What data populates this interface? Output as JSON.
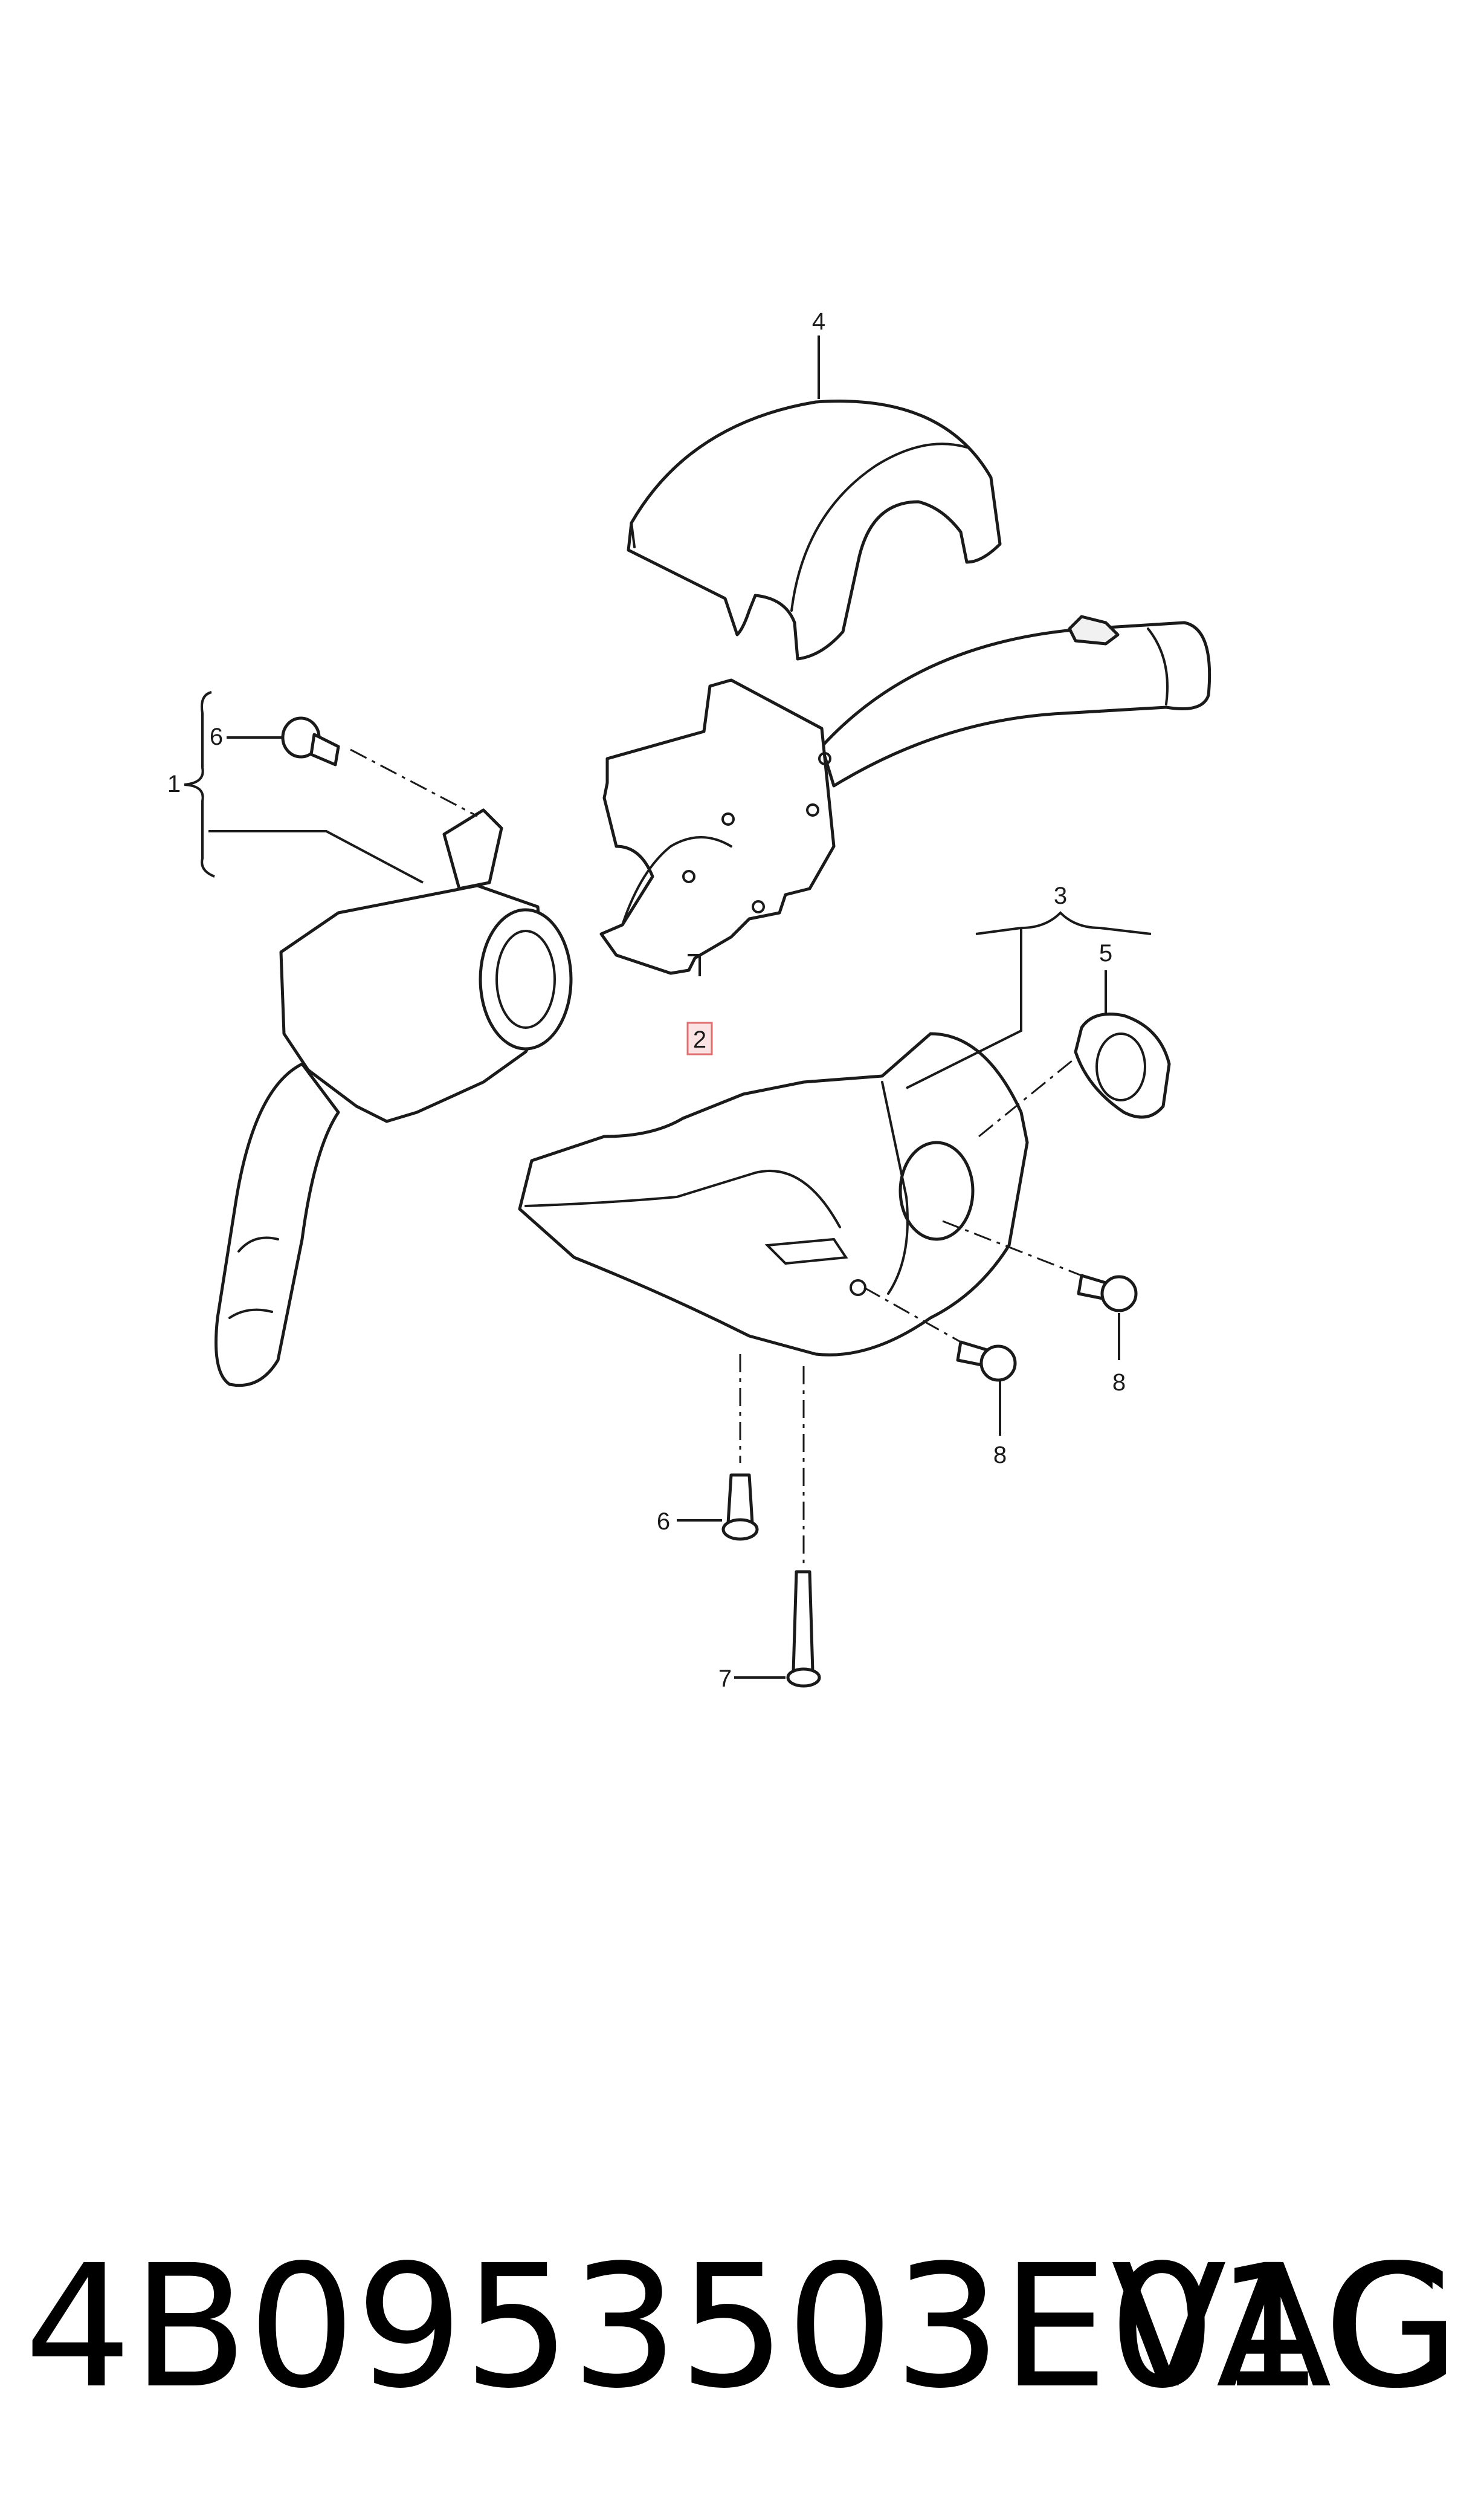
{
  "callouts": {
    "c1": "1",
    "c2": "2",
    "c3": "3",
    "c4": "4",
    "c5": "5",
    "c6a": "6",
    "c6b": "6",
    "c7": "7",
    "c8a": "8",
    "c8b": "8"
  },
  "highlight": {
    "color": "#e07070",
    "fill": "#fbe3e3",
    "part": "2"
  },
  "footer": {
    "part_number": "4B0953503E01C",
    "brand": "VAG"
  }
}
